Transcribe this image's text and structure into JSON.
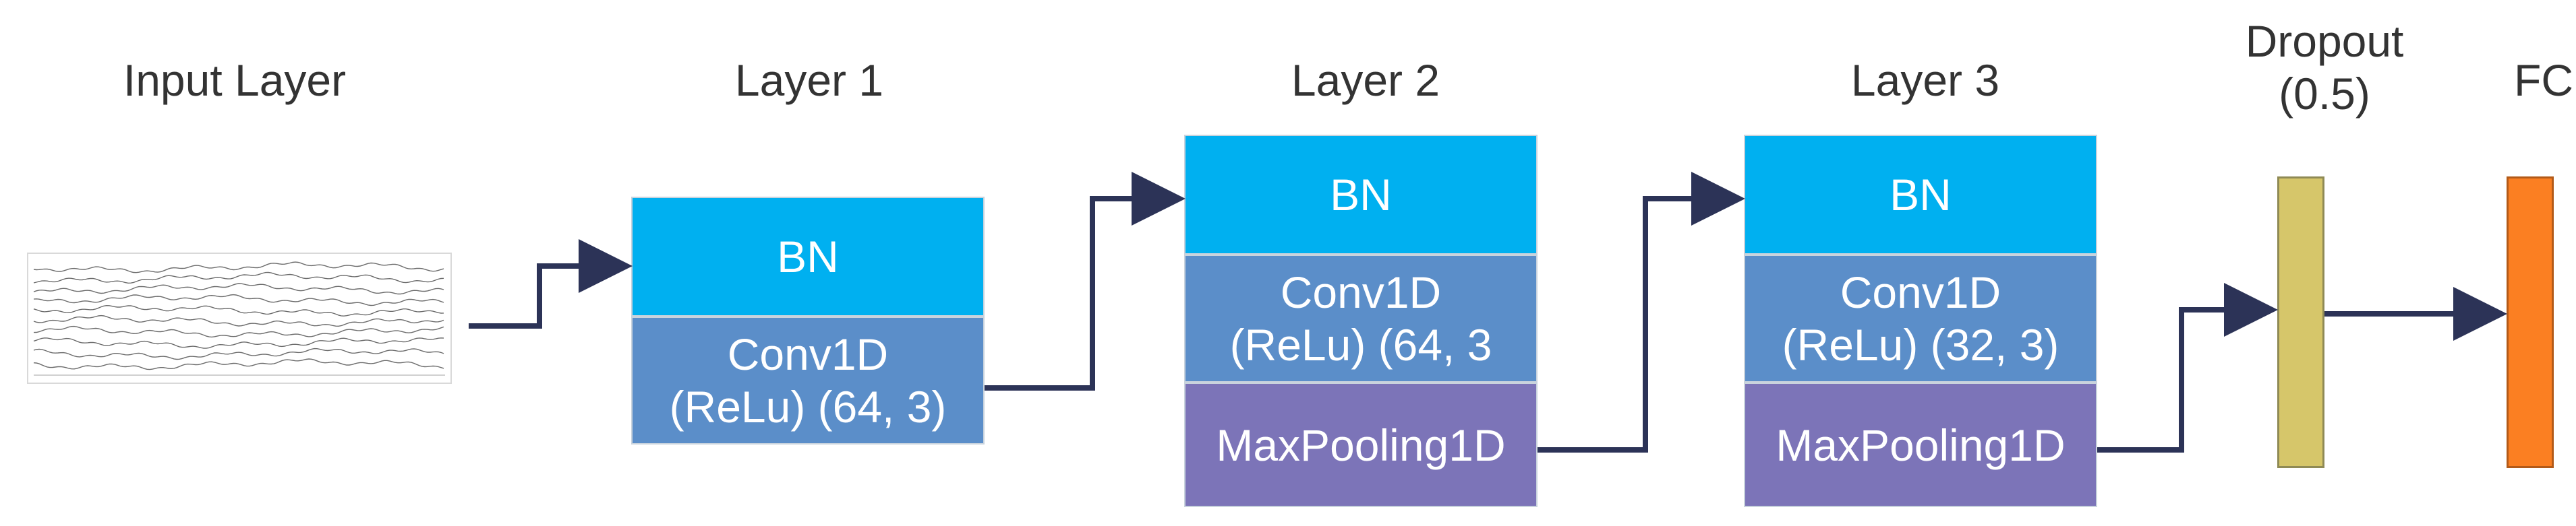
{
  "colors": {
    "bn": "#00b0f0",
    "conv": "#5b8ec9",
    "pool": "#7c74b8",
    "dropout": "#d6c66a",
    "fc": "#fb7f22",
    "arrow": "#2c3357"
  },
  "input": {
    "title": "Input Layer"
  },
  "layer1": {
    "title": "Layer 1",
    "bn": "BN",
    "conv_l1": "Conv1D",
    "conv_l2": "(ReLu) (64, 3)"
  },
  "layer2": {
    "title": "Layer 2",
    "bn": "BN",
    "conv_l1": "Conv1D",
    "conv_l2": "(ReLu) (64, 3",
    "pool": "MaxPooling1D"
  },
  "layer3": {
    "title": "Layer 3",
    "bn": "BN",
    "conv_l1": "Conv1D",
    "conv_l2": "(ReLu) (32, 3)",
    "pool": "MaxPooling1D"
  },
  "dropout": {
    "title_l1": "Dropout",
    "title_l2": "(0.5)"
  },
  "fc": {
    "title": "FC"
  }
}
